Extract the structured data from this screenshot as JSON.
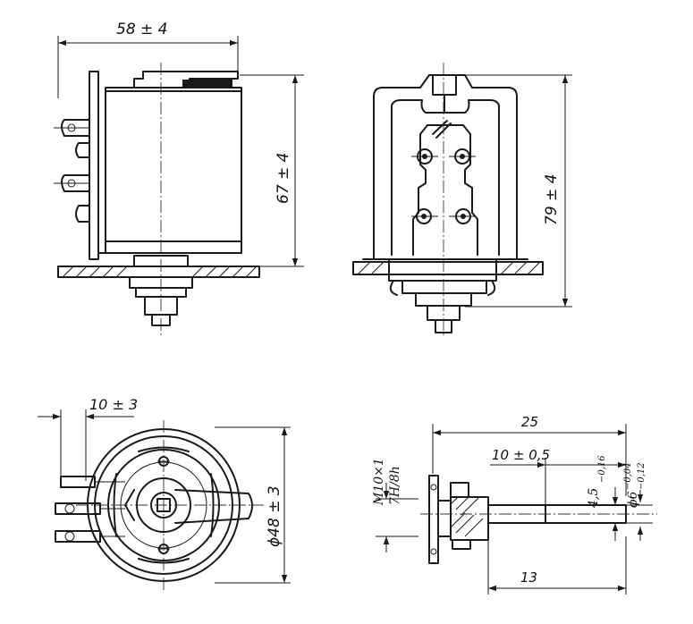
{
  "drawing": {
    "front_view": {
      "width_dim": "58 ± 4",
      "height_dim": "67 ± 4"
    },
    "side_view": {
      "height_dim": "79 ± 4"
    },
    "bottom_view": {
      "pitch_dim": "10 ± 3",
      "diameter_dim": "ϕ48 ± 3"
    },
    "shaft_detail": {
      "length_total": "25",
      "length_a": "10 ± 0,5",
      "length_b": "13",
      "thread": "M10×1",
      "fit": "7H/8h",
      "flat": "4,5",
      "flat_tol": "−0,16",
      "shaft_dia": "ϕ6",
      "shaft_tol_upper": "−0,04",
      "shaft_tol_lower": "−0,12"
    }
  }
}
